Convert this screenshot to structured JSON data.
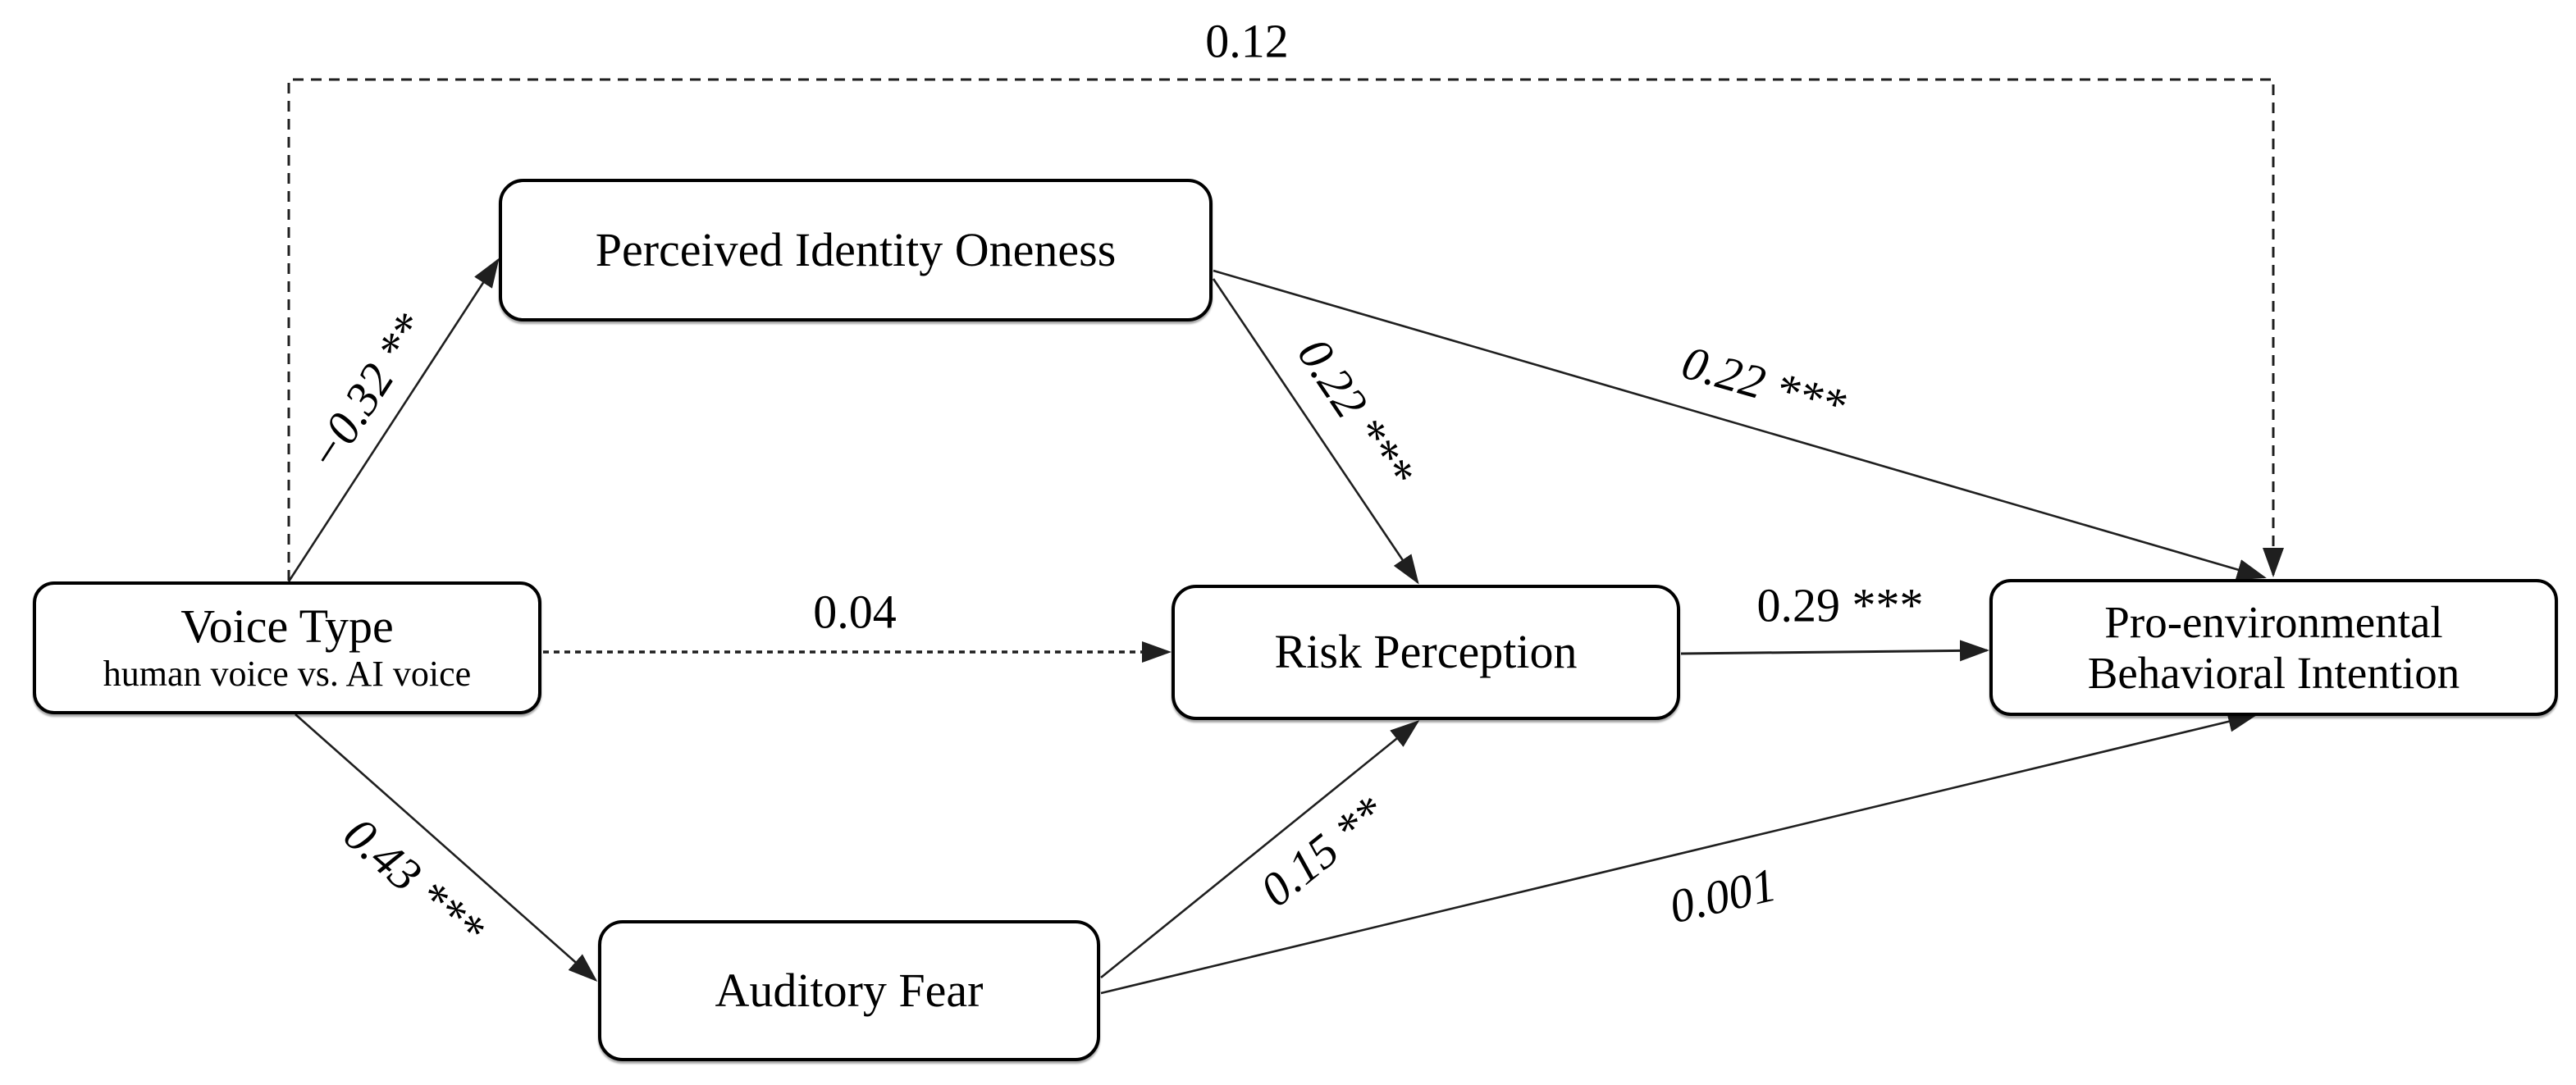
{
  "diagram": {
    "type": "sem-path-diagram",
    "background_color": "#ffffff",
    "line_color": "#1f1f1f",
    "nodes": [
      {
        "id": "voice_type",
        "label": "Voice Type",
        "sublabel": "human voice vs. AI voice"
      },
      {
        "id": "perceived_identity_oneness",
        "label": "Perceived Identity Oneness"
      },
      {
        "id": "risk_perception",
        "label": "Risk Perception"
      },
      {
        "id": "auditory_fear",
        "label": "Auditory Fear"
      },
      {
        "id": "pro_environmental_behavioral_intention",
        "label": "Pro-environmental Behavioral Intention"
      }
    ],
    "edges": [
      {
        "from": "voice_type",
        "to": "pro_environmental_behavioral_intention",
        "label": "0.12",
        "style": "dashed"
      },
      {
        "from": "voice_type",
        "to": "perceived_identity_oneness",
        "label": "−0.32 **",
        "style": "solid"
      },
      {
        "from": "voice_type",
        "to": "risk_perception",
        "label": "0.04",
        "style": "dashed"
      },
      {
        "from": "voice_type",
        "to": "auditory_fear",
        "label": "0.43 ***",
        "style": "solid"
      },
      {
        "from": "perceived_identity_oneness",
        "to": "risk_perception",
        "label": "0.22 ***",
        "style": "solid"
      },
      {
        "from": "perceived_identity_oneness",
        "to": "pro_environmental_behavioral_intention",
        "label": "0.22 ***",
        "style": "solid"
      },
      {
        "from": "risk_perception",
        "to": "pro_environmental_behavioral_intention",
        "label": "0.29 ***",
        "style": "solid"
      },
      {
        "from": "auditory_fear",
        "to": "risk_perception",
        "label": "0.15 **",
        "style": "solid"
      },
      {
        "from": "auditory_fear",
        "to": "pro_environmental_behavioral_intention",
        "label": "0.001",
        "style": "solid"
      }
    ]
  }
}
